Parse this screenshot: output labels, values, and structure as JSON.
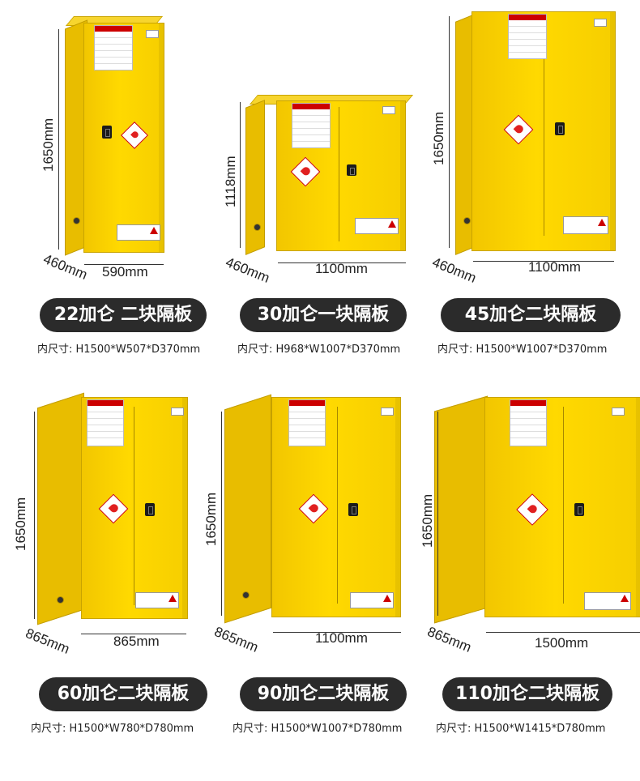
{
  "products": [
    {
      "model_label": "22加仑 二块隔板",
      "inner_size": "内尺寸: H1500*W507*D370mm",
      "height_dim": "1650mm",
      "depth_dim": "460mm",
      "width_dim": "590mm"
    },
    {
      "model_label": "30加仑一块隔板",
      "inner_size": "内尺寸: H968*W1007*D370mm",
      "height_dim": "1118mm",
      "depth_dim": "460mm",
      "width_dim": "1100mm"
    },
    {
      "model_label": "45加仑二块隔板",
      "inner_size": "内尺寸: H1500*W1007*D370mm",
      "height_dim": "1650mm",
      "depth_dim": "460mm",
      "width_dim": "1100mm"
    },
    {
      "model_label": "60加仑二块隔板",
      "inner_size": "内尺寸: H1500*W780*D780mm",
      "height_dim": "1650mm",
      "depth_dim": "865mm",
      "width_dim": "865mm"
    },
    {
      "model_label": "90加仑二块隔板",
      "inner_size": "内尺寸: H1500*W1007*D780mm",
      "height_dim": "1650mm",
      "depth_dim": "865mm",
      "width_dim": "1100mm"
    },
    {
      "model_label": "110加仑二块隔板",
      "inner_size": "内尺寸: H1500*W1415*D780mm",
      "height_dim": "1650mm",
      "depth_dim": "865mm",
      "width_dim": "1500mm"
    }
  ],
  "colors": {
    "cabinet": "#ffd900",
    "pill": "#2b2b2b",
    "hazard": "#e02020"
  },
  "icons": [
    "flammable-diamond-icon",
    "ce-mark-icon",
    "warning-triangle-icon",
    "lock-handle-icon"
  ]
}
